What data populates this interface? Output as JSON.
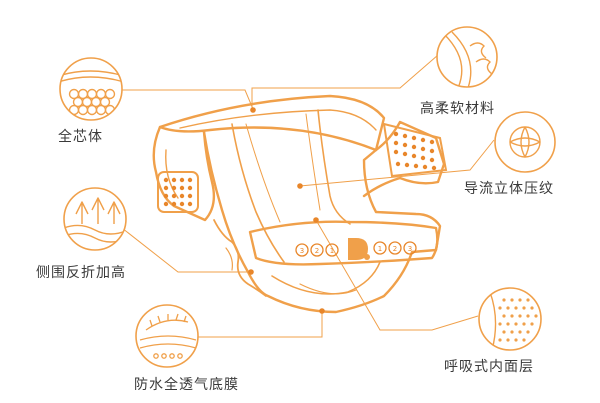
{
  "colors": {
    "accent": "#f0a04a",
    "accent_dark": "#e8862a",
    "text": "#3a3a3a"
  },
  "labels": {
    "core": "全芯体",
    "cuff": "侧围反折加高",
    "backsheet": "防水全透气底膜",
    "topsheet": "高柔软材料",
    "channel": "导流立体压纹",
    "inner_layer": "呼吸式内面层"
  },
  "icons": [
    "core-layer-icon",
    "cuff-airflow-icon",
    "backsheet-icon",
    "soft-material-icon",
    "embossed-channel-icon",
    "breathable-layer-icon"
  ],
  "diaper": {
    "front_marks": [
      "3",
      "2",
      "1",
      "1",
      "2",
      "3"
    ],
    "logo_glyph": "D"
  }
}
